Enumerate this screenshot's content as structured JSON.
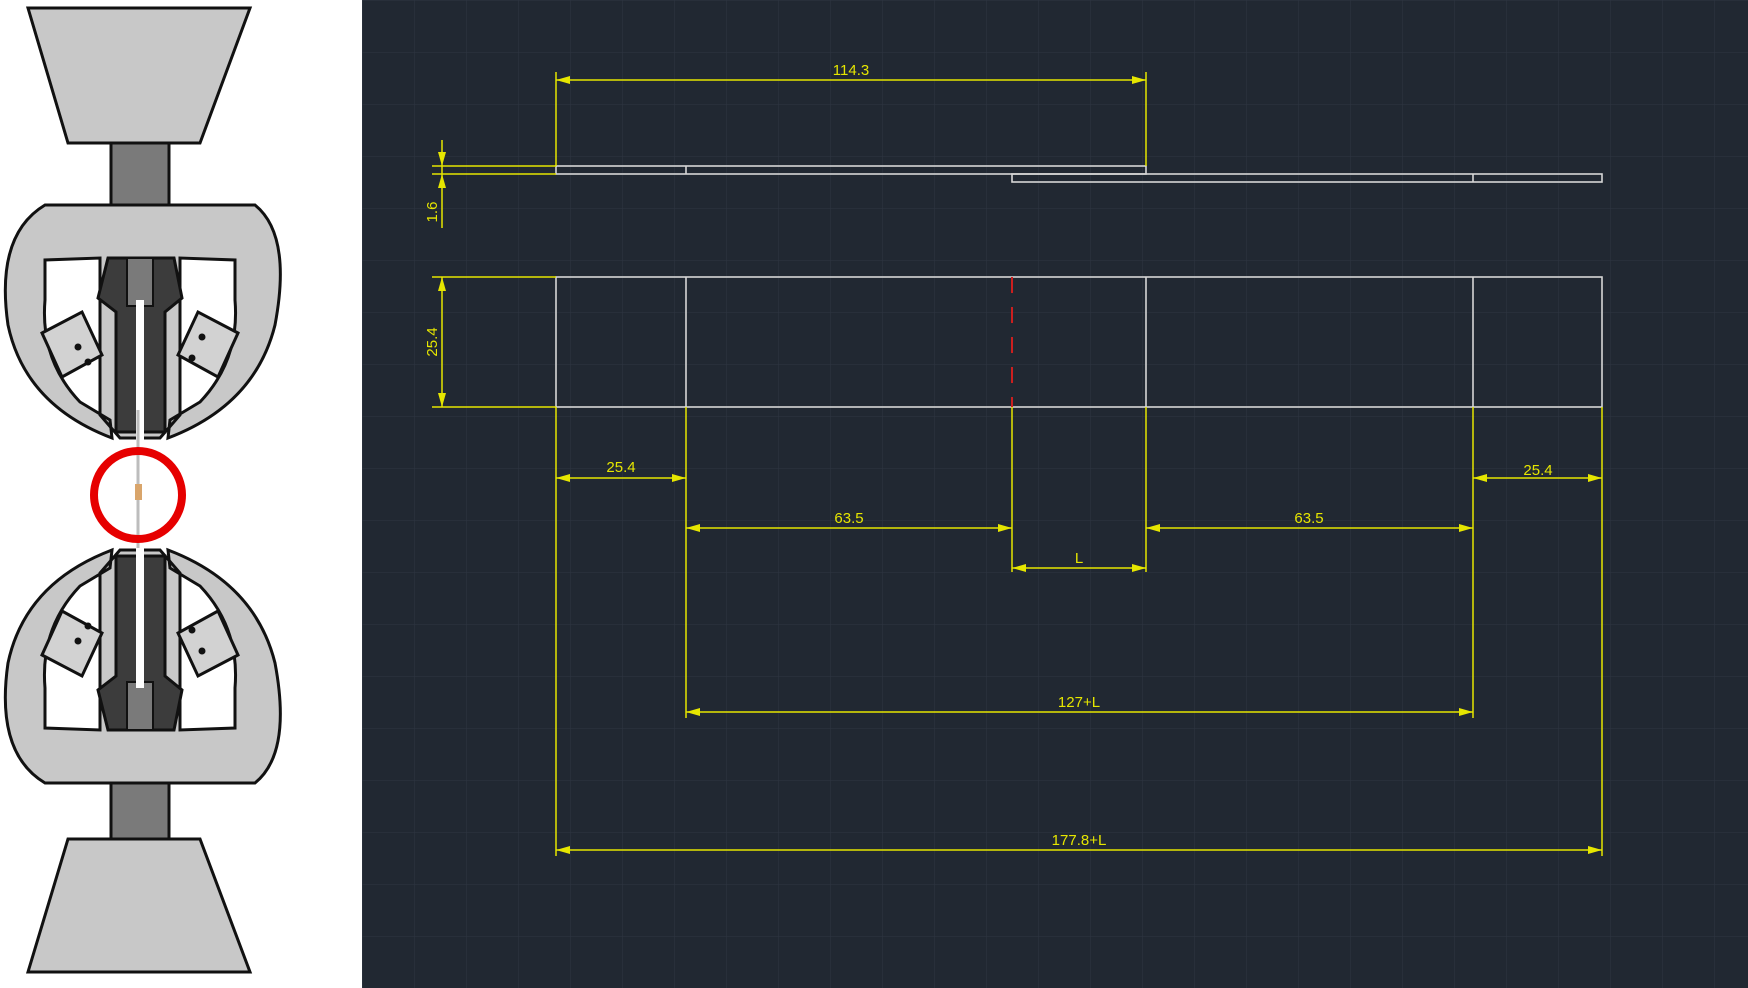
{
  "colors": {
    "cad_background": "#212832",
    "cad_grid": "#2e3642",
    "dimension": "#e6e600",
    "outline": "#d6d6d6",
    "bond_line": "#cc1f1f",
    "grip_light": "#c8c8c8",
    "grip_mid": "#7a7a7a",
    "grip_dark": "#3c3c3c",
    "highlight_circle": "#e60000"
  },
  "dimensions": {
    "top_overlap": "114.3",
    "thickness": "1.6",
    "width": "25.4",
    "left_tab": "25.4",
    "right_tab": "25.4",
    "left_arm": "63.5",
    "right_arm": "63.5",
    "overlap": "L",
    "inner_length": "127+L",
    "total_length": "177.8+L"
  }
}
